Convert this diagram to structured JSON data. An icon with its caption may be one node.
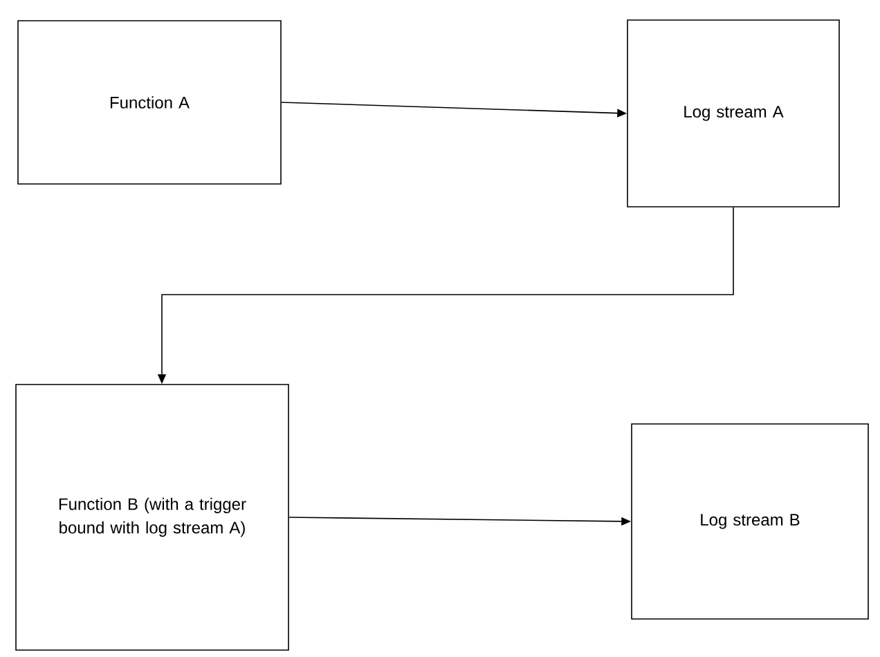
{
  "diagram": {
    "nodes": [
      {
        "text": [
          "Function A"
        ]
      },
      {
        "text": [
          "Log stream A"
        ]
      },
      {
        "text": [
          "Function B (with a trigger bound with log stream A)"
        ]
      },
      {
        "text": [
          "Log stream B"
        ]
      }
    ],
    "edges": [
      {
        "from": 0,
        "to": 1,
        "arrow": "to"
      },
      {
        "from": 1,
        "to": 2,
        "arrow": "to"
      },
      {
        "from": 2,
        "to": 3,
        "arrow": "to"
      }
    ]
  }
}
